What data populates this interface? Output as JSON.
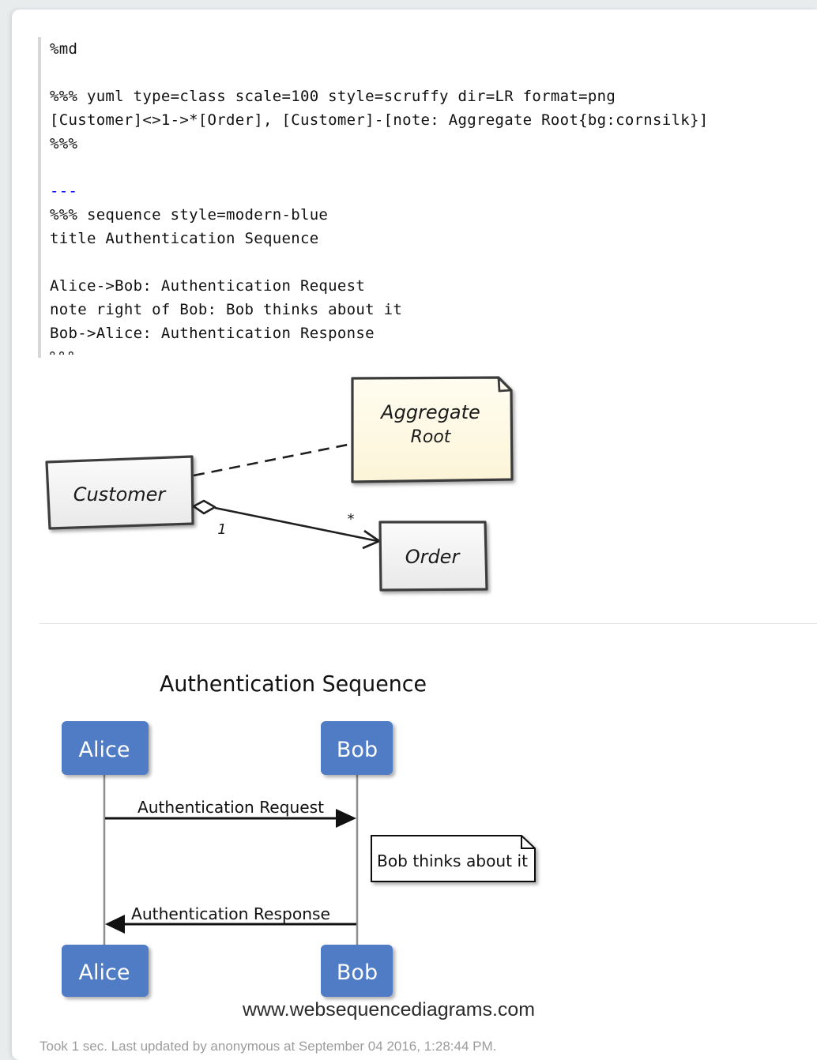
{
  "page": {
    "background_color": "#e8ecec",
    "card_background_color": "#ffffff"
  },
  "editor": {
    "interpreter": "%md",
    "lines": [
      "%md",
      "",
      "%%% yuml type=class scale=100 style=scruffy dir=LR format=png",
      "[Customer]<>1->*[Order], [Customer]-[note: Aggregate Root{bg:cornsilk}]",
      "%%%",
      "",
      "---",
      "%%% sequence style=modern-blue",
      "title Authentication Sequence",
      "",
      "Alice->Bob: Authentication Request",
      "note right of Bob: Bob thinks about it",
      "Bob->Alice: Authentication Response",
      "%%%"
    ],
    "dashes_color": "#0000ff"
  },
  "class_diagram": {
    "style": "scruffy",
    "direction": "LR",
    "nodes": [
      {
        "id": "customer",
        "label": "Customer",
        "fill": "#f0f0f0"
      },
      {
        "id": "order",
        "label": "Order",
        "fill": "#f0f0f0"
      }
    ],
    "note": {
      "label_line1": "Aggregate",
      "label_line2": "Root",
      "fill": "#fffbe8",
      "bg_name": "cornsilk"
    },
    "edges": [
      {
        "from": "customer",
        "to": "order",
        "type": "aggregation",
        "source_multiplicity": "1",
        "target_multiplicity": "*"
      },
      {
        "from": "customer",
        "to": "note",
        "type": "dashed-association"
      }
    ]
  },
  "sequence_diagram": {
    "style": "modern-blue",
    "title": "Authentication Sequence",
    "actor_fill": "#4f7bc4",
    "actor_text_color": "#ffffff",
    "actors": [
      {
        "id": "alice",
        "label": "Alice"
      },
      {
        "id": "bob",
        "label": "Bob"
      }
    ],
    "messages": [
      {
        "from": "alice",
        "to": "bob",
        "label": "Authentication Request",
        "direction": "right"
      },
      {
        "from": "bob",
        "to": "alice",
        "label": "Authentication Response",
        "direction": "left"
      }
    ],
    "notes": [
      {
        "anchor": "right of Bob",
        "label": "Bob thinks about it"
      }
    ],
    "watermark": "www.websequencediagrams.com"
  },
  "footer": {
    "status": "Took 1 sec. Last updated by anonymous at September 04 2016, 1:28:44 PM."
  }
}
